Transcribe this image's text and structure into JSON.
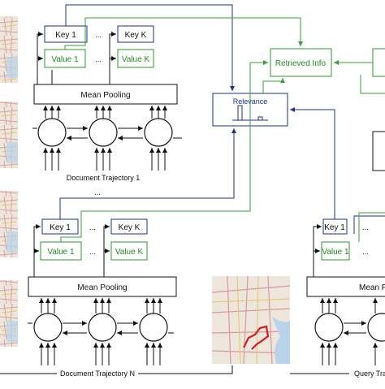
{
  "labels": {
    "key_1": "Key 1",
    "key_k": "Key K",
    "value_1": "Value 1",
    "value_k": "Value K",
    "ellipsis": "...",
    "mean_pooling": "Mean Pooling",
    "relevance": "Relevance",
    "retrieved_info": "Retrieved Info",
    "document_trajectory_1": "Document Trajectory 1",
    "document_trajectory_n": "Document Trajectory N",
    "query_trajectory": "Query Tra",
    "vdots": "..."
  },
  "colors": {
    "key_border": "#1f2f8a",
    "value_border": "#2e9b2e",
    "value_text": "#1f8a1f",
    "retrieved_text": "#1f8a1f",
    "arrow_blue": "#1f2f8a",
    "arrow_green": "#33a333",
    "ink": "#111111",
    "map_bg": "#e9e4da",
    "map_road": "#d98a8a",
    "map_water": "#b9d3ea",
    "map_route": "#d11f1f"
  }
}
